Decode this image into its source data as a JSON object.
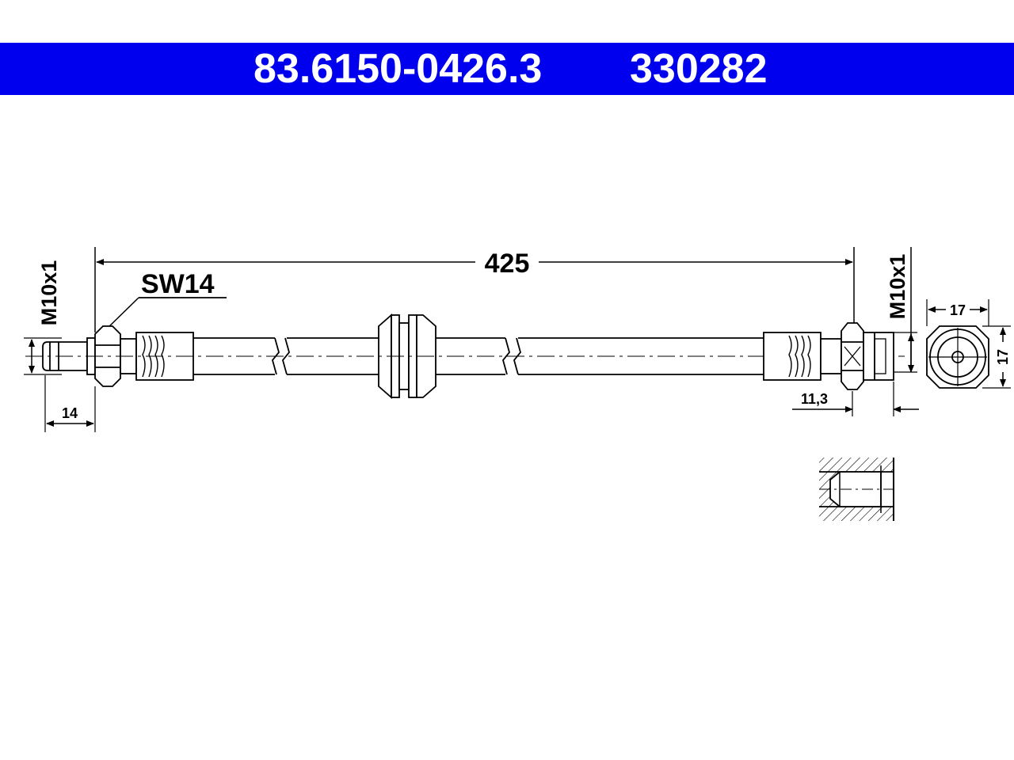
{
  "header": {
    "article_number": "83.6150-0426.3",
    "reference_number": "330282",
    "color": "#0000ee"
  },
  "dimensions": {
    "overall_length": "425",
    "wrench_size": "SW14",
    "thread_left": "M10x1",
    "thread_right": "M10x1",
    "left_length": "14",
    "right_length": "11,3",
    "hex_width": "17",
    "hex_height": "17"
  }
}
